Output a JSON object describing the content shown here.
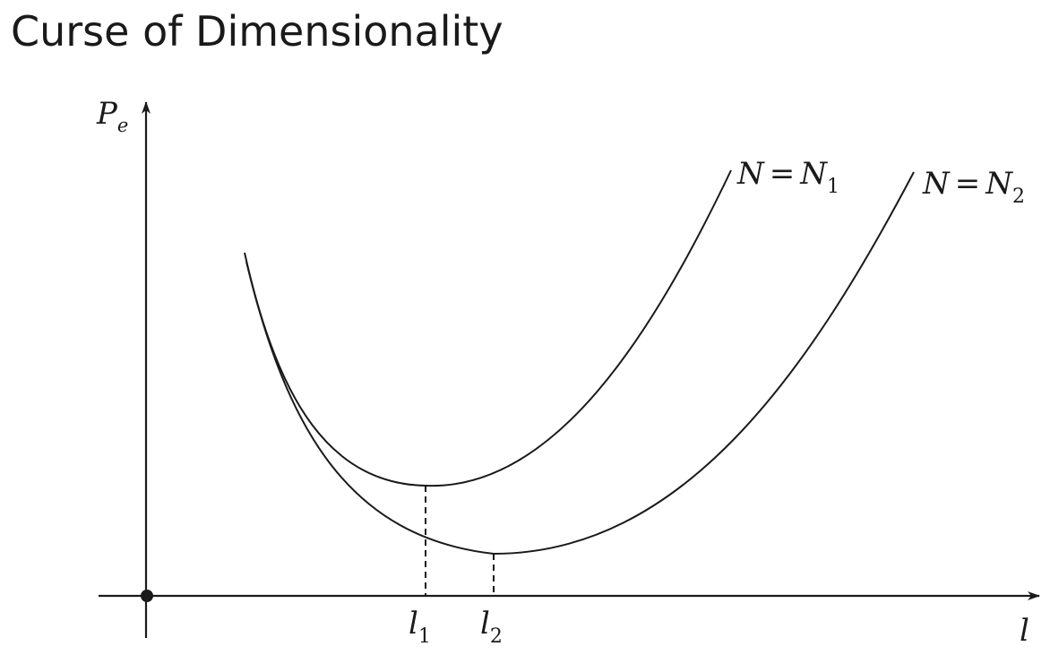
{
  "title": "Curse of Dimensionality",
  "chart_data": {
    "type": "line",
    "title": "Curse of Dimensionality",
    "xlabel": "l",
    "ylabel": "P",
    "ylabel_sub": "e",
    "grid": false,
    "legend": "inline at the right end of each curve",
    "x_ticks": [
      {
        "base": "l",
        "sub": "1"
      },
      {
        "base": "l",
        "sub": "2"
      }
    ],
    "series": [
      {
        "name": "N = N1",
        "label": {
          "lhs": "N",
          "eq": "=",
          "base": "N",
          "sub": "1"
        },
        "minimum_at": "l1",
        "x": [
          1.0,
          2.0,
          3.0,
          4.0,
          5.0,
          6.0,
          7.0,
          8.0,
          9.0,
          10.0
        ],
        "y": [
          8.2,
          5.8,
          4.4,
          3.7,
          4.1,
          5.3,
          6.9,
          8.7,
          10.8,
          13.0
        ]
      },
      {
        "name": "N = N2",
        "label": {
          "lhs": "N",
          "eq": "=",
          "base": "N",
          "sub": "2"
        },
        "minimum_at": "l2",
        "x": [
          1.0,
          2.0,
          3.0,
          4.0,
          5.0,
          6.0,
          7.0,
          8.0,
          9.0,
          10.0,
          11.0,
          12.0
        ],
        "y": [
          8.0,
          5.2,
          3.2,
          2.0,
          1.6,
          1.9,
          2.7,
          4.0,
          5.6,
          7.5,
          9.7,
          12.2
        ]
      }
    ],
    "markers": [
      "origin point",
      "dashed line from x-axis to minimum of each curve"
    ],
    "colors": {
      "ink": "#1a1a1a",
      "background": "#ffffff"
    }
  }
}
